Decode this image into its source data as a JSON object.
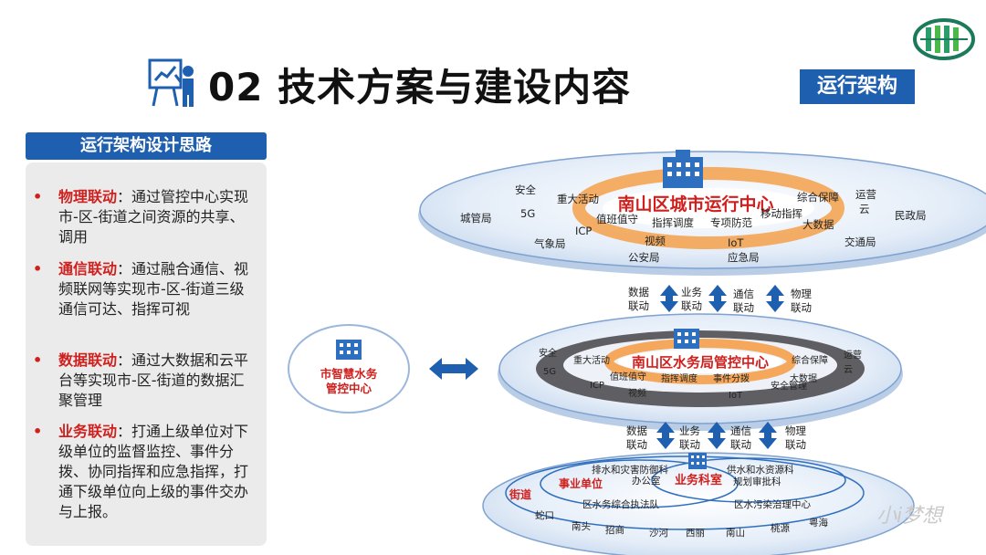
{
  "title": "02 技术方案与建设内容",
  "tag": "运行架构",
  "panel": {
    "heading": "运行架构设计思路",
    "items": [
      {
        "bullet": "•",
        "keyword": "物理联动",
        "text": "：通过管控中心实现市-区-街道之间资源的共享、调用"
      },
      {
        "bullet": "•",
        "keyword": "通信联动",
        "text": "：通过融合通信、视频联网等实现市-区-街道三级通信可达、指挥可视"
      },
      {
        "bullet": "•",
        "keyword": "数据联动",
        "text": "：通过大数据和云平台等实现市-区-街道的数据汇聚管理"
      },
      {
        "bullet": "•",
        "keyword": "业务联动",
        "text": "：打通上级单位对下级单位的监督监控、事件分拨、协同指挥和应急指挥，打通下级单位向上级的事件交办与上报。"
      }
    ]
  },
  "diagram": {
    "top": {
      "center": "南山区城市运行中心",
      "outer": [
        "安全",
        "重大活动",
        "综合保障",
        "运营",
        "云",
        "城管局",
        "5G",
        "民政局",
        "ICP",
        "大数据",
        "交通局",
        "气象局",
        "视频",
        "IoT",
        "公安局",
        "应急局"
      ],
      "inner": [
        "值班值守",
        "指挥调度",
        "专项防范",
        "移动指挥"
      ]
    },
    "links1": {
      "data": "数据\n联动",
      "business": "业务\n联动",
      "comm": "通信\n联动",
      "physical": "物理\n联动"
    },
    "middle": {
      "center": "南山区水务局管控中心",
      "outer": [
        "安全",
        "5G",
        "ICP",
        "运营",
        "云"
      ],
      "inner": [
        "重大活动",
        "值班值守",
        "指挥调度",
        "事件分拨",
        "综合保障",
        "大数据",
        "安全管理",
        "视频",
        "IoT"
      ]
    },
    "links2": {
      "data": "数据\n联动",
      "business": "业务\n联动",
      "comm": "通信\n联动",
      "physical": "物理\n联动"
    },
    "bottom": {
      "center": "业务科室",
      "left_ring": "事业单位",
      "outer_ring": "街道",
      "units": [
        "排水和灾害防御科",
        "办公室",
        "供水和水资源科",
        "规划审批科",
        "区水务综合执法队",
        "区水污染治理中心"
      ],
      "streets": [
        "蛇口",
        "南头",
        "招商",
        "沙河",
        "西丽",
        "南山",
        "桃源",
        "粤海"
      ]
    },
    "side": {
      "label": "市智慧水务\n管控中心"
    },
    "watermark": "小i梦想"
  },
  "colors": {
    "brand": "#1f5fb0",
    "accent": "#d0201e",
    "orange": "#f5a04a"
  }
}
